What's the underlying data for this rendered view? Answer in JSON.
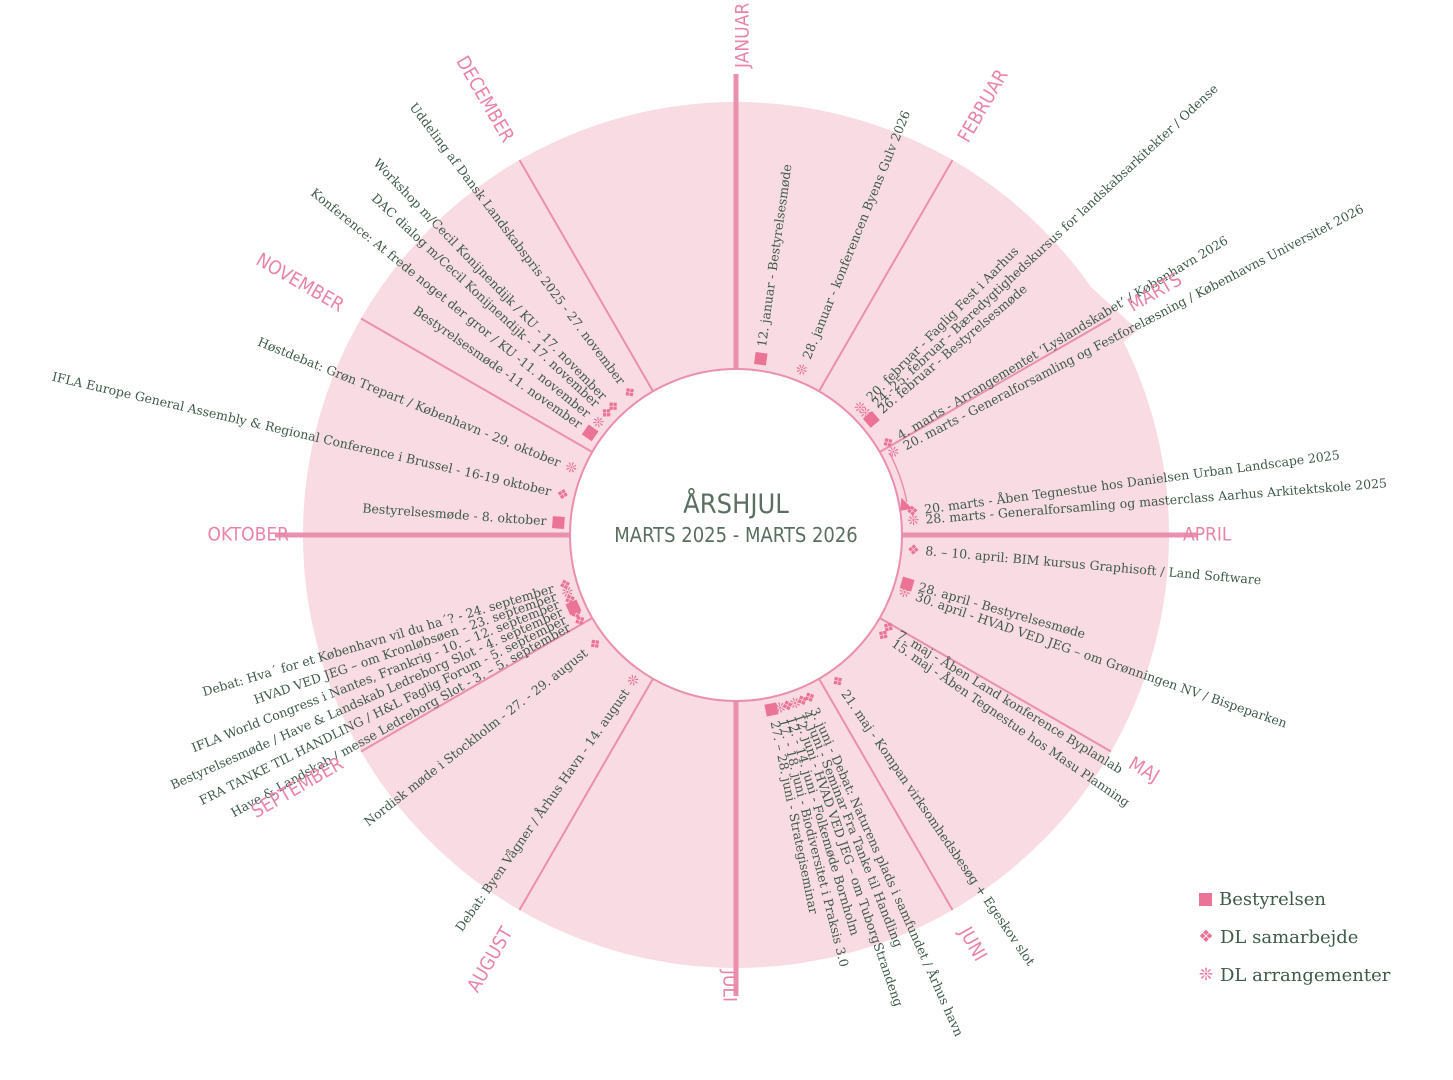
{
  "center": {
    "title": "ÅRSHJUL",
    "subtitle": "MARTS 2025 - MARTS 2026"
  },
  "colors": {
    "ring": "#f8dbe3",
    "line": "#ea8fae",
    "accent": "#ea7396",
    "text": "#3f5a4a",
    "month": "#ea84a6"
  },
  "months": [
    {
      "name": "JANUAR",
      "angle": 0
    },
    {
      "name": "FEBRUAR",
      "angle": 30
    },
    {
      "name": "MARTS",
      "angle": 60
    },
    {
      "name": "APRIL",
      "angle": 90
    },
    {
      "name": "MAJ",
      "angle": 120
    },
    {
      "name": "JUNI",
      "angle": 150
    },
    {
      "name": "JULI",
      "angle": 180
    },
    {
      "name": "AUGUST",
      "angle": 210
    },
    {
      "name": "SEPTEMBER",
      "angle": 240
    },
    {
      "name": "OKTOBER",
      "angle": 270
    },
    {
      "name": "NOVEMBER",
      "angle": 300
    },
    {
      "name": "DECEMBER",
      "angle": 330
    }
  ],
  "events": [
    {
      "text": "12. januar - Bestyrelsesmøde",
      "type": "board",
      "angle": 8
    },
    {
      "text": "28. januar - konferencen Byens Gulv 2026",
      "type": "dl",
      "angle": 22
    },
    {
      "text": "20. februar - Faglig Fest i Aarhus",
      "type": "dl",
      "angle": 44.5
    },
    {
      "text": "24.-25. februar - Bæredygtighedskursus for landskabsarkitekter / Odense",
      "type": "dl",
      "angle": 47
    },
    {
      "text": "26. februar - Bestyrelsesmøde",
      "type": "board",
      "angle": 49.5
    },
    {
      "text": "4. marts - Arrangementet ‘Lyslandskabet’ / København 2026",
      "type": "collab",
      "angle": 59
    },
    {
      "text": "20. marts - Generalforsamling og Festforelæsning / Københavns Universitet 2026",
      "type": "dl",
      "angle": 62.5
    },
    {
      "text": "20. marts - Åben Tegnestue hos Danielsen Urban Landscape 2025",
      "type": "collab",
      "angle": 82.5
    },
    {
      "text": "28. marts - Generalforsamling og masterclass Aarhus Arkitektskole 2025",
      "type": "dl",
      "angle": 85.5
    },
    {
      "text": "8. – 10. april: BIM kursus Graphisoft / Land Software",
      "type": "collab",
      "angle": 95
    },
    {
      "text": "28. april - Bestyrelsesmøde",
      "type": "board",
      "angle": 106
    },
    {
      "text": "30. april - HVAD VED JEG – om Grønningen NV / Bispeparken",
      "type": "dl",
      "angle": 109
    },
    {
      "text": "7. maj - Åben Land konference Byplanlab",
      "type": "collab",
      "angle": 121.5
    },
    {
      "text": "15. maj - Åben Tegnestue hos Masu Planning",
      "type": "collab",
      "angle": 124.5
    },
    {
      "text": "21. maj - Kompan virksomhedsbesøg + Egeskov slot",
      "type": "collab",
      "angle": 145.5
    },
    {
      "text": "3. juni - Debat: Naturens plads i samfundet / Århus havn",
      "type": "collab",
      "angle": 156
    },
    {
      "text": "4. juni - Seminar Fra Tanke til Handling",
      "type": "collab",
      "angle": 158.5
    },
    {
      "text": "12. juni - HVAD VED JEG – om TuborgStrandeng",
      "type": "dl",
      "angle": 161
    },
    {
      "text": "12. - 14. juni - Folkemøde Bornholm",
      "type": "collab",
      "angle": 163.5
    },
    {
      "text": "17. - 18. juni - Biodiversitet i Praksis 3.0",
      "type": "dl",
      "angle": 166
    },
    {
      "text": "27. – 28. juni - Strategiseminar",
      "type": "board",
      "angle": 168.5
    },
    {
      "text": "Debat: Byen Vågner / Århus Havn - 14. august",
      "type": "dl",
      "angle": 215
    },
    {
      "text": "Nordisk møde i Stockholm - 27. - 29. august",
      "type": "collab",
      "angle": 232
    },
    {
      "text": "Have & Landskab / messe Ledreborg Slot - 3. – 5. september",
      "type": "collab",
      "angle": 241
    },
    {
      "text": "FRA TANKE TIL HANDLING / H&L Faglig Forum - 5. september",
      "type": "collab",
      "angle": 243.5
    },
    {
      "text": "Bestyrelsesmøde / Have & Landskab Ledreborg Slot - 4. september",
      "type": "board",
      "angle": 246
    },
    {
      "text": "IFLA World Congress i Nantes, Frankrig - 10. – 12. september",
      "type": "collab",
      "angle": 248.5
    },
    {
      "text": "HVAD VED JEG – om Kronløbsøen - 23. september",
      "type": "dl",
      "angle": 251
    },
    {
      "text": "Debat: Hva´ for et København vil du ha´? - 24. september",
      "type": "collab",
      "angle": 253.5
    },
    {
      "text": "Bestyrelsesmøde - 8. oktober",
      "type": "board",
      "angle": 274
    },
    {
      "text": "IFLA Europe General Assembly & Regional Conference i Brussel - 16-19 oktober",
      "type": "collab",
      "angle": 283
    },
    {
      "text": "Høstdebat: Grøn Trepart / København - 29. oktober",
      "type": "dl",
      "angle": 292
    },
    {
      "text": "Bestyrelsesmøde -11. november",
      "type": "board",
      "angle": 305
    },
    {
      "text": "Konference: At frede noget der gror / KU -11. november",
      "type": "dl",
      "angle": 309
    },
    {
      "text": "DAC dialog m/Cecil Konijnendijk - 17. november",
      "type": "collab",
      "angle": 313
    },
    {
      "text": "Workshop m/Cecil Konijnendijk / KU - 17. november",
      "type": "collab",
      "angle": 316
    },
    {
      "text": "Uddeling af Dansk Landskabspris 2025 - 27. november",
      "type": "collab",
      "angle": 323
    }
  ],
  "legend": [
    {
      "type": "board",
      "label": "Bestyrelsen"
    },
    {
      "type": "collab",
      "label": "DL samarbejde",
      "glyph": "❖"
    },
    {
      "type": "dl",
      "label": "DL arrangementer",
      "glyph": "❊"
    }
  ]
}
